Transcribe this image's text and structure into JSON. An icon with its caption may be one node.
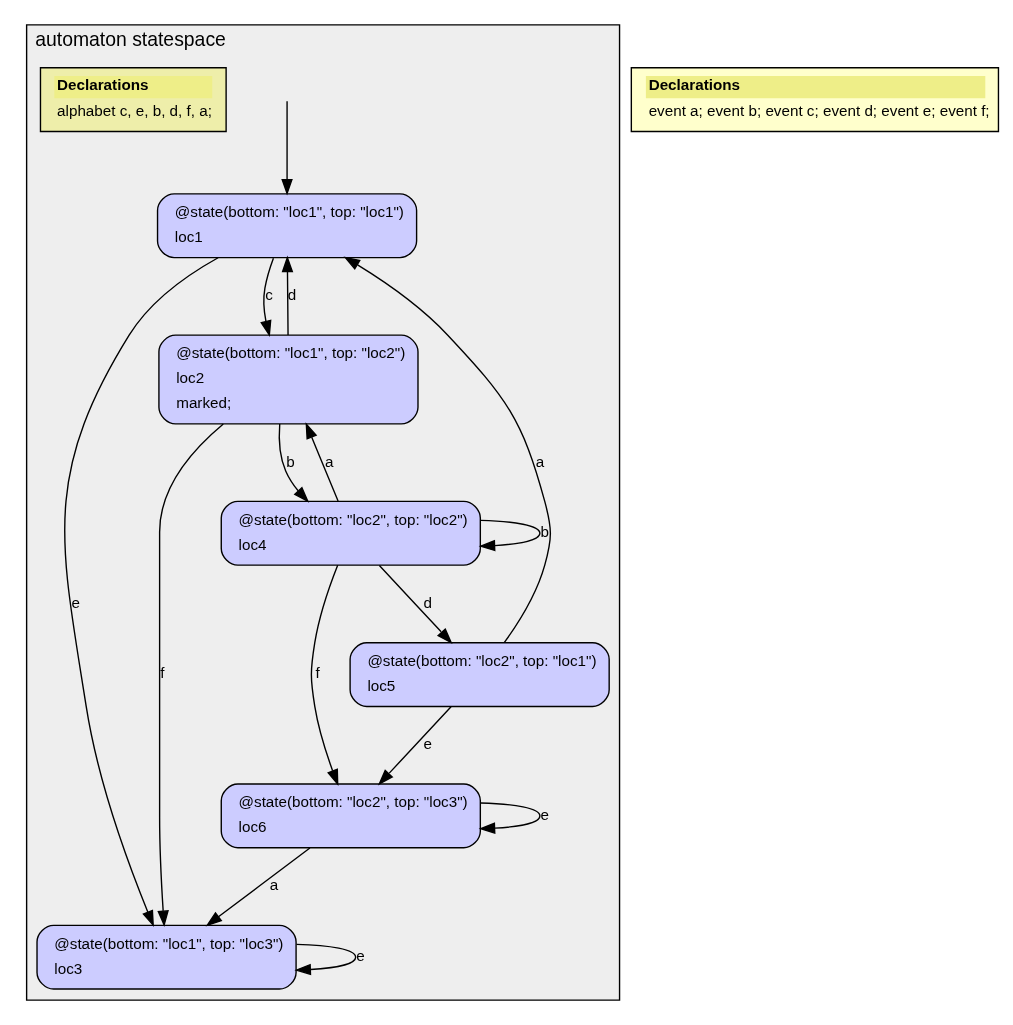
{
  "diagram": {
    "nodes": [
      {
        "text": [
          "automaton statespace"
        ]
      },
      {
        "text": [
          "Declarations",
          "alphabet c, e, b, d, f, a;"
        ],
        "in": 0
      },
      {
        "text": [
          "@state(bottom: \"loc1\", top: \"loc1\")",
          "loc1"
        ],
        "in": 0
      },
      {
        "text": [
          "@state(bottom: \"loc1\", top: \"loc2\")",
          "loc2",
          "marked;"
        ],
        "in": 0
      },
      {
        "text": [
          "@state(bottom: \"loc2\", top: \"loc2\")",
          "loc4"
        ],
        "in": 0
      },
      {
        "text": [
          "@state(bottom: \"loc2\", top: \"loc1\")",
          "loc5"
        ],
        "in": 0
      },
      {
        "text": [
          "@state(bottom: \"loc2\", top: \"loc3\")",
          "loc6"
        ],
        "in": 0
      },
      {
        "text": [
          "@state(bottom: \"loc1\", top: \"loc3\")",
          "loc3"
        ],
        "in": 0
      },
      {
        "text": [
          "Declarations",
          "event a; event b; event c; event d; event e; event f;"
        ]
      }
    ],
    "edges": [
      {
        "from": null,
        "to": 2,
        "arrow": "to"
      },
      {
        "from": 3,
        "to": 2,
        "arrow": "to",
        "label": "d"
      },
      {
        "from": 2,
        "to": 3,
        "arrow": "to",
        "label": "c"
      },
      {
        "from": 3,
        "to": 4,
        "arrow": "to",
        "label": "b"
      },
      {
        "from": 4,
        "to": 3,
        "arrow": "to",
        "label": "a"
      },
      {
        "from": 4,
        "to": 4,
        "arrow": "to",
        "label": "b"
      },
      {
        "from": 4,
        "to": 5,
        "arrow": "to",
        "label": "d"
      },
      {
        "from": 5,
        "to": 2,
        "arrow": "to",
        "label": "a"
      },
      {
        "from": 2,
        "to": 7,
        "arrow": "to",
        "label": "e"
      },
      {
        "from": 3,
        "to": 7,
        "arrow": "to",
        "label": "f"
      },
      {
        "from": 4,
        "to": 6,
        "arrow": "to",
        "label": "f"
      },
      {
        "from": 5,
        "to": 6,
        "arrow": "to",
        "label": "e"
      },
      {
        "from": 6,
        "to": 6,
        "arrow": "to",
        "label": "e"
      },
      {
        "from": 6,
        "to": 7,
        "arrow": "to",
        "label": "a"
      },
      {
        "from": 7,
        "to": 7,
        "arrow": "to",
        "label": "e"
      }
    ]
  }
}
